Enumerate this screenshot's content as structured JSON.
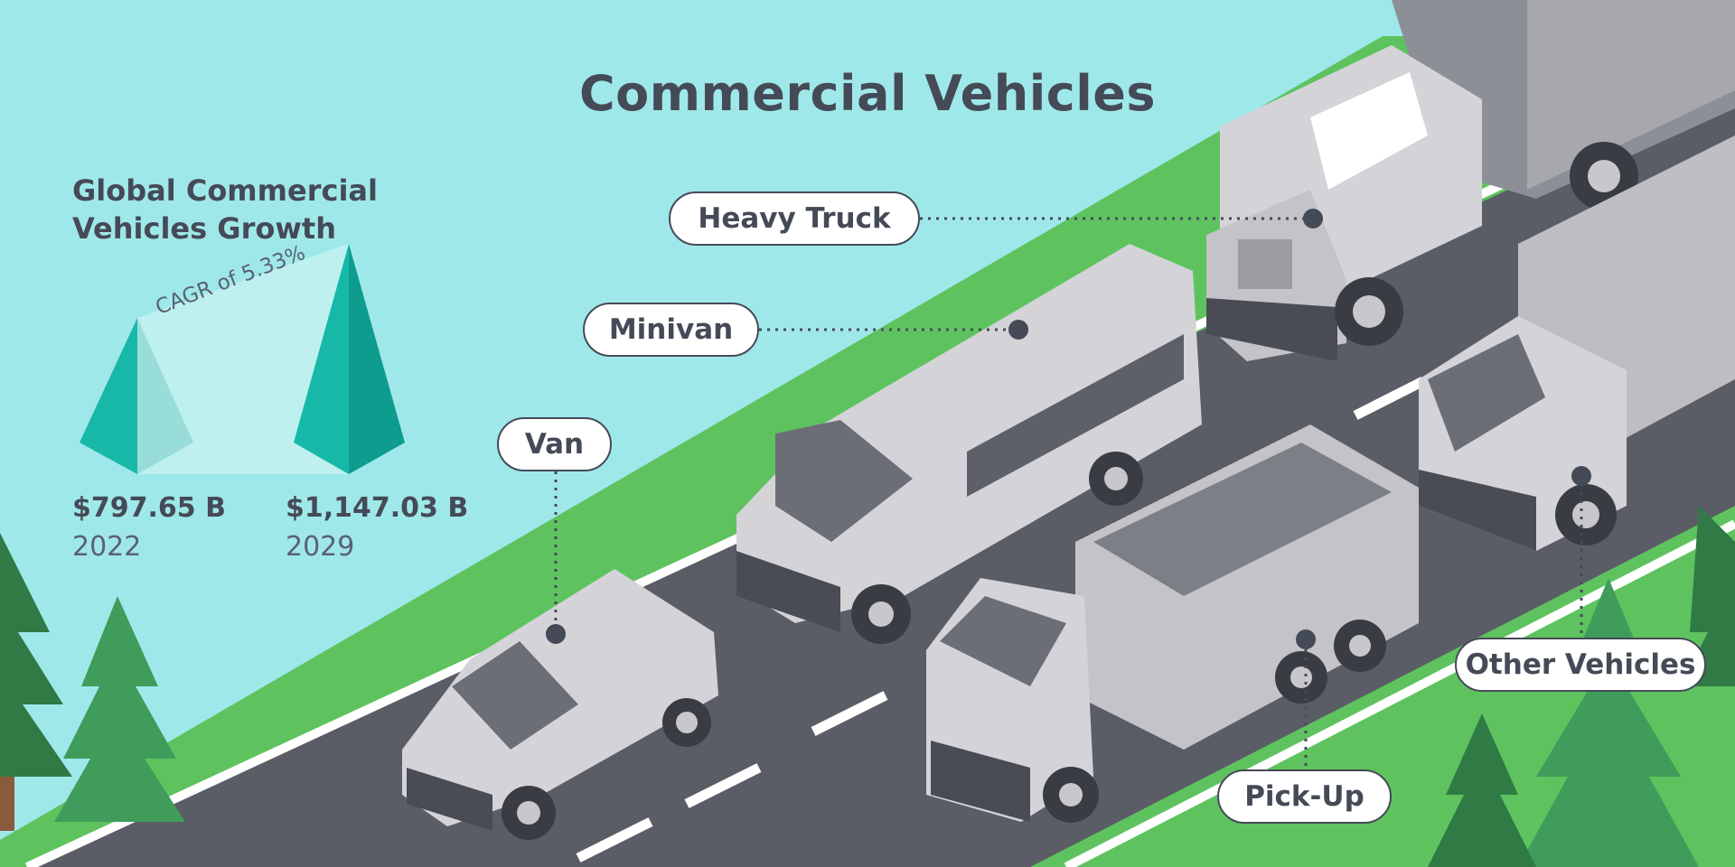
{
  "title": "Commercial Vehicles",
  "growth": {
    "title_line1": "Global Commercial",
    "title_line2": "Vehicles Growth",
    "cagr_label": "CAGR of 5.33%",
    "points": [
      {
        "value": "$797.65 B",
        "year": "2022"
      },
      {
        "value": "$1,147.03 B",
        "year": "2029"
      }
    ]
  },
  "labels": {
    "heavy_truck": "Heavy Truck",
    "minivan": "Minivan",
    "van": "Van",
    "other_vehicles": "Other Vehicles",
    "pick_up": "Pick-Up"
  },
  "colors": {
    "sky": "#9fe8ea",
    "grass": "#5ec35f",
    "road": "#5b5d66",
    "vehicle_body": "#d4d4d8",
    "pyramid": "#17b8a8",
    "text": "#454a57"
  }
}
